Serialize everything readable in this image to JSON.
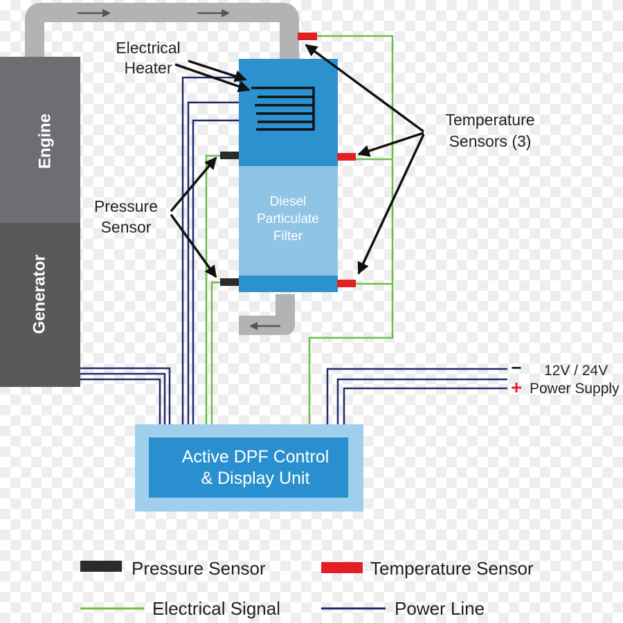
{
  "blocks": {
    "engine": "Engine",
    "generator": "Generator",
    "filter_lines": [
      "Diesel",
      "Particulate",
      "Filter"
    ],
    "control_unit_lines": [
      "Active DPF Control",
      "& Display Unit"
    ]
  },
  "callouts": {
    "electrical_heater_lines": [
      "Electrical",
      "Heater"
    ],
    "temperature_sensors_lines": [
      "Temperature",
      "Sensors (3)"
    ],
    "pressure_sensor_lines": [
      "Pressure",
      "Sensor"
    ]
  },
  "power_supply": {
    "minus_symbol": "−",
    "plus_symbol": "+",
    "voltage": "12V / 24V",
    "label": "Power Supply"
  },
  "legend": {
    "pressure_sensor": "Pressure Sensor",
    "temperature_sensor": "Temperature Sensor",
    "electrical_signal": "Electrical Signal",
    "power_line": "Power Line"
  },
  "colors": {
    "engine_block": "#6d6e71",
    "generator_block": "#58595b",
    "exhaust_pipe": "#b3b3b3",
    "filter_body": "#2b92cf",
    "filter_lower": "#8fc4e6",
    "control_outer": "#9fcfec",
    "control_inner": "#2a8fcf",
    "pressure_sensor": "#2b2b2b",
    "temperature_sensor": "#e31e25",
    "electrical_signal": "#6abf4b",
    "power_line": "#1f2a6b"
  }
}
